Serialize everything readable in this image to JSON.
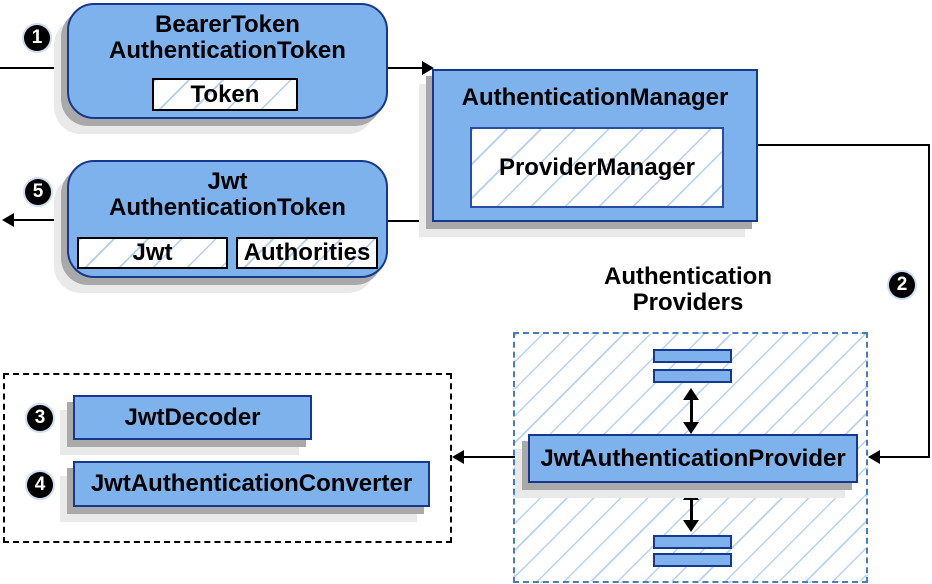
{
  "nodes": {
    "bearer_token": {
      "title_line1": "BearerToken",
      "title_line2": "AuthenticationToken",
      "slot_token": "Token"
    },
    "authentication_manager": {
      "title": "AuthenticationManager",
      "slot_provider_manager": "ProviderManager"
    },
    "jwt_authentication_token": {
      "title_line1": "Jwt",
      "title_line2": "AuthenticationToken",
      "slot_jwt": "Jwt",
      "slot_authorities": "Authorities"
    },
    "authentication_providers_group": {
      "title_line1": "Authentication",
      "title_line2": "Providers"
    },
    "jwt_authentication_provider": {
      "title": "JwtAuthenticationProvider"
    },
    "jwt_decoder": {
      "title": "JwtDecoder"
    },
    "jwt_authentication_converter": {
      "title": "JwtAuthenticationConverter"
    }
  },
  "steps": {
    "step1": "1",
    "step2": "2",
    "step3": "3",
    "step4": "4",
    "step5": "5"
  },
  "colors": {
    "node_fill": "#7EB2EC",
    "node_border": "#16388E",
    "slot_border": "#000000",
    "slot_border_navy": "#2A4DA0",
    "hatch_line": "#6EA5E6",
    "shadow_dark": "#A9A9A9",
    "shadow_light": "#E9E9E9",
    "group_dash_blue": "#4A7BBF",
    "group_dash_black": "#000000",
    "connector": "#000000",
    "step_circle_bg": "#000000",
    "step_circle_fg": "#FFFFFF"
  }
}
